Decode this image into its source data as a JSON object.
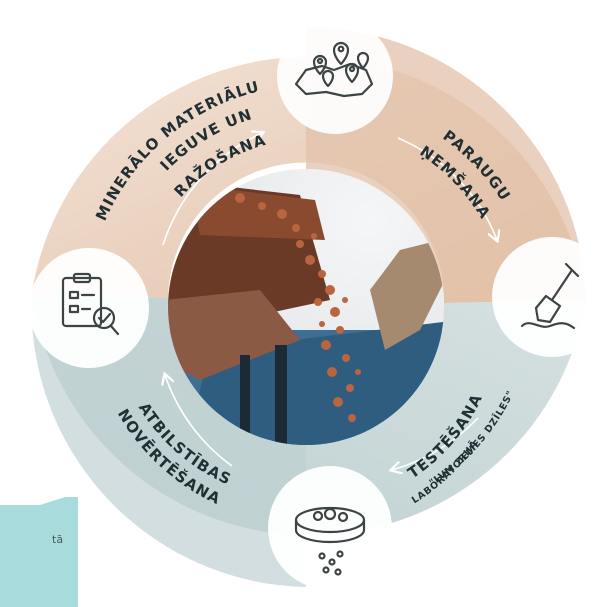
{
  "diagram": {
    "stages": [
      {
        "id": "mining",
        "lines": [
          "MINERĀLO MATERIĀLU",
          "IEGUVE UN",
          "RAŽOŠANA"
        ],
        "icon": "map-pins-icon"
      },
      {
        "id": "sampling",
        "lines": [
          "PARAUGU",
          "ŅEMŠANA"
        ],
        "icon": "shovel-icon"
      },
      {
        "id": "testing",
        "lines": [
          "TESTĒŠANA"
        ],
        "sublines": [
          "\"LVM ZEMES DZĪLES\"",
          "LABORATORIJĀ"
        ],
        "icon": "sieve-icon"
      },
      {
        "id": "assessment",
        "lines": [
          "ATBILSTĪBAS",
          "NOVĒRTĒŠANA"
        ],
        "icon": "checklist-icon"
      }
    ],
    "center_photo": "conveyor-and-excavator-photo"
  },
  "callout": {
    "text": "tā"
  },
  "colors": {
    "peach": "#e8c9b3",
    "peach_light": "#f0ddd0",
    "teal_grey": "#c9d6d6",
    "teal_dark": "#aec2c3",
    "callout": "#a8dcdc",
    "text": "#1f2f33",
    "icon_stroke": "#3d4446"
  }
}
